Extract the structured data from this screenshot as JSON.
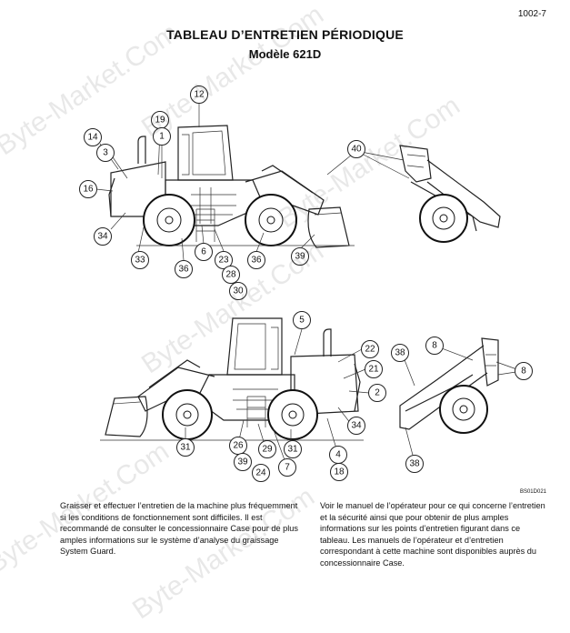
{
  "header": {
    "page_number": "1002-7",
    "title": "TABLEAU D’ENTRETIEN PÉRIODIQUE",
    "subtitle": "Modèle 621D"
  },
  "figure": {
    "code": "BS01D021",
    "callouts_top": [
      "12",
      "19",
      "1",
      "14",
      "3",
      "16",
      "34",
      "33",
      "36",
      "6",
      "23",
      "28",
      "30",
      "36",
      "39",
      "40"
    ],
    "callouts_bottom": [
      "5",
      "22",
      "21",
      "2",
      "34",
      "4",
      "18",
      "31",
      "26",
      "39",
      "29",
      "24",
      "7",
      "31",
      "38",
      "38",
      "8",
      "8"
    ]
  },
  "text": {
    "left": "Graisser et effectuer l’entretien de la machine plus fréquemment si les conditions de fonctionnement sont difficiles. Il est recommandé de consulter le concessionnaire Case pour de plus amples informations sur le système d’analyse du graissage System Guard.",
    "right": "Voir le manuel de l’opérateur pour ce qui concerne l’entretien et la sécurité ainsi que pour obtenir de plus amples informations sur les points d’entretien figurant dans ce tableau. Les manuels de l’opérateur et d’entretien correspondant à cette machine sont disponibles auprès du concessionnaire Case."
  },
  "watermark": {
    "text": "Byte-Market.Com"
  }
}
